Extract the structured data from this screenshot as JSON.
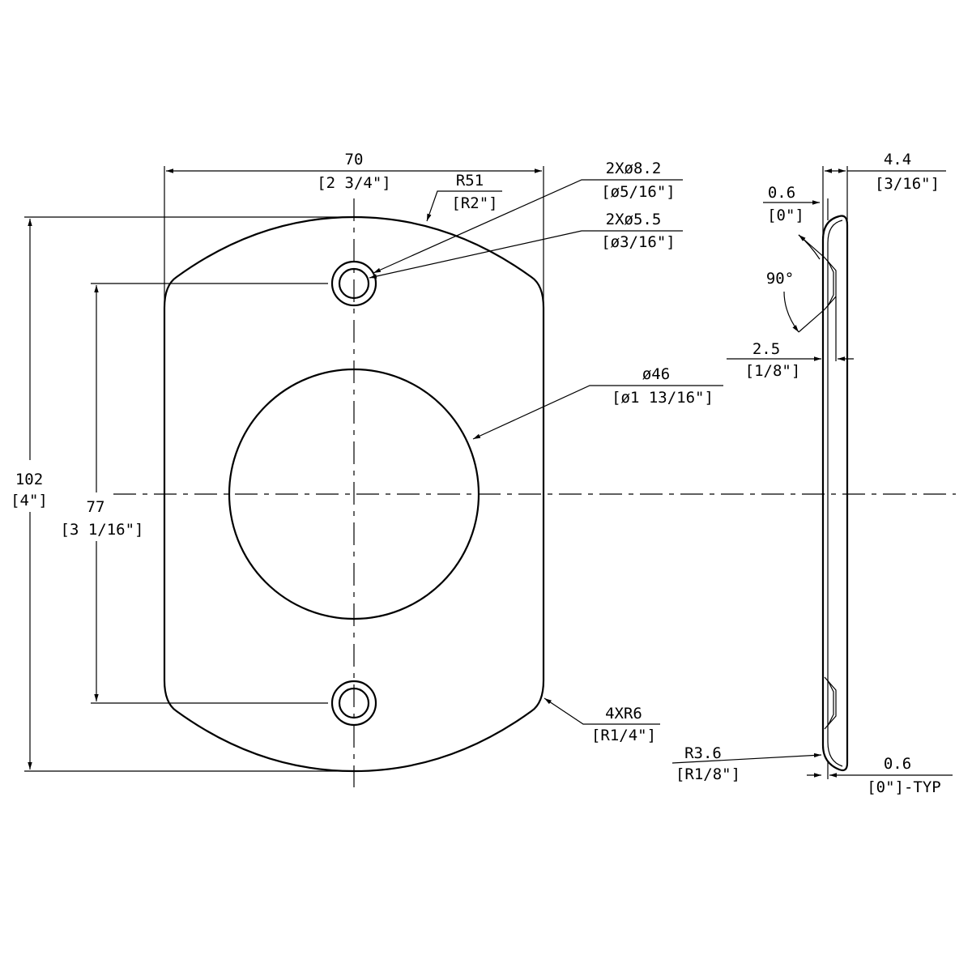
{
  "front_view": {
    "width": {
      "value": "70",
      "inch": "[2 3/4\"]"
    },
    "top_radius": {
      "value": "R51",
      "inch": "[R2\"]"
    },
    "hole_outer": {
      "value": "2Xø8.2",
      "inch": "[ø5/16\"]"
    },
    "hole_inner": {
      "value": "2Xø5.5",
      "inch": "[ø3/16\"]"
    },
    "center_hole": {
      "value": "ø46",
      "inch": "[ø1 13/16\"]"
    },
    "height": {
      "value": "102",
      "inch": "[4\"]"
    },
    "hole_spacing": {
      "value": "77",
      "inch": "[3 1/16\"]"
    },
    "corner_radius": {
      "value": "4XR6",
      "inch": "[R1/4\"]"
    }
  },
  "side_view": {
    "depth": {
      "value": "4.4",
      "inch": "[3/16\"]"
    },
    "thickness_top": {
      "value": "0.6",
      "inch": "[0\"]"
    },
    "angle": {
      "value": "90°"
    },
    "countersink_depth": {
      "value": "2.5",
      "inch": "[1/8\"]"
    },
    "bend_radius": {
      "value": "R3.6",
      "inch": "[R1/8\"]"
    },
    "thickness_typ": {
      "value": "0.6",
      "inch": "[0\"]-TYP"
    }
  }
}
